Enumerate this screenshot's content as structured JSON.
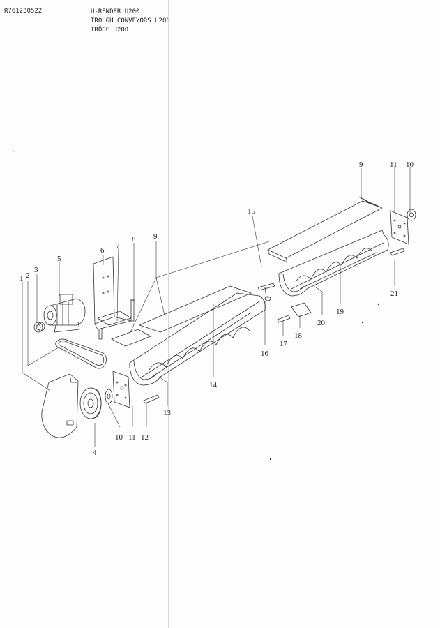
{
  "header": {
    "code": "R761230522",
    "titles": [
      "U-RENDER U200",
      "TROUGH CONVEYORS U200",
      "TRÔGE U200"
    ]
  },
  "callouts": [
    "1",
    "2",
    "3",
    "4",
    "5",
    "6",
    "7",
    "8",
    "9",
    "9",
    "10",
    "10",
    "11",
    "11",
    "12",
    "13",
    "14",
    "15",
    "16",
    "17",
    "18",
    "19",
    "20",
    "21"
  ],
  "colors": {
    "line": "#333333",
    "paper": "#fdfdfd",
    "ink": "#222222"
  }
}
